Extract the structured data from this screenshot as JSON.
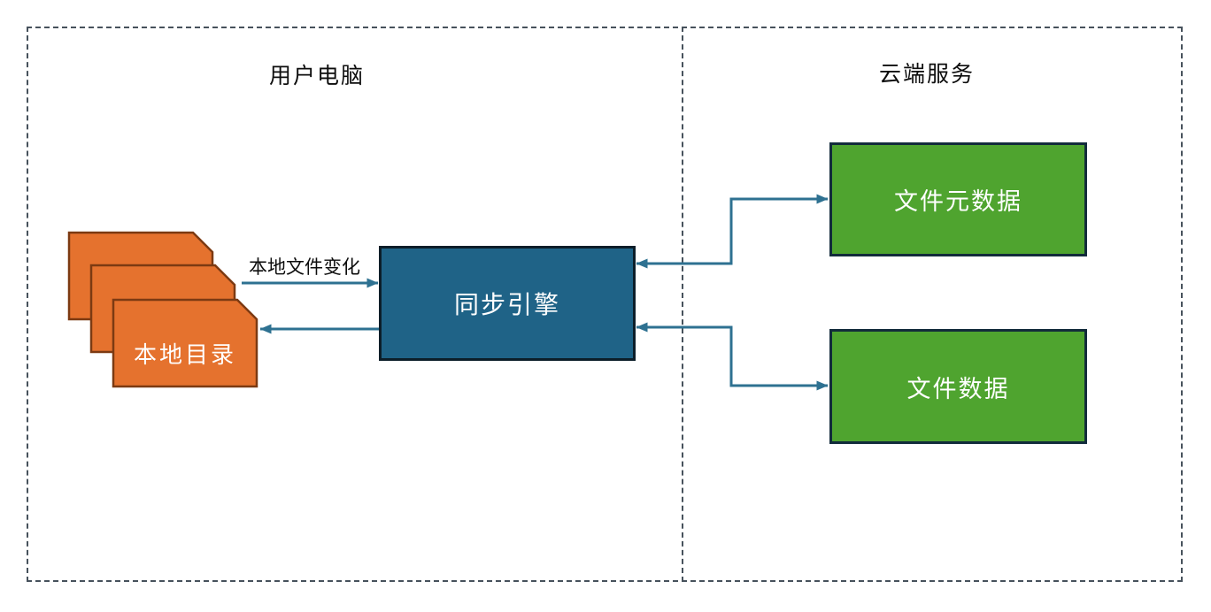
{
  "regions": {
    "user_computer": {
      "title": "用户电脑"
    },
    "cloud_service": {
      "title": "云端服务"
    }
  },
  "nodes": {
    "local_directory": {
      "label": "本地目录",
      "fill": "#E5722E",
      "border_color": "#7C3A12",
      "shape": "stacked-cards"
    },
    "sync_engine": {
      "label": "同步引擎",
      "fill": "#1F6387",
      "border_color": "#0C1E29"
    },
    "file_metadata": {
      "label": "文件元数据",
      "fill": "#4FA42F",
      "border_color": "#122B3B"
    },
    "file_data": {
      "label": "文件数据",
      "fill": "#4FA42F",
      "border_color": "#122B3B"
    }
  },
  "edges": [
    {
      "label": "本地文件变化",
      "from": "local_directory",
      "to": "sync_engine",
      "direction": "one-way"
    },
    {
      "label": "",
      "from": "sync_engine",
      "to": "local_directory",
      "direction": "one-way"
    },
    {
      "label": "",
      "from": "sync_engine",
      "to": "file_metadata",
      "direction": "two-way"
    },
    {
      "label": "",
      "from": "sync_engine",
      "to": "file_data",
      "direction": "two-way"
    }
  ],
  "colors": {
    "arrow": "#2E7191",
    "region_border": "#47525C",
    "background": "#FFFFFF",
    "node_text": "#FFFFFF",
    "label_text": "#0D0D0D"
  }
}
